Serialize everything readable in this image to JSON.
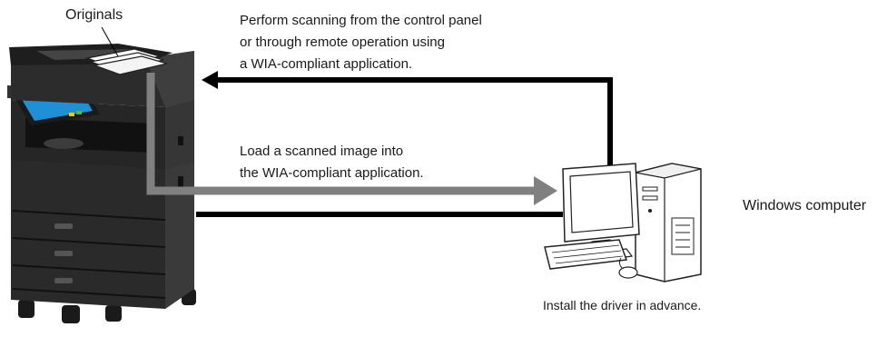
{
  "labels": {
    "originals": "Originals",
    "scan_operation_line1": "Perform scanning from the control panel",
    "scan_operation_line2": "or through remote operation using",
    "scan_operation_line3": "a WIA-compliant application.",
    "load_image_line1": "Load a scanned image into",
    "load_image_line2": "the WIA-compliant application.",
    "computer": "Windows computer",
    "install_note": "Install the driver in advance."
  },
  "colors": {
    "machine_body": "#2a2a2a",
    "machine_dark": "#141414",
    "machine_mid": "#3a3a3a",
    "touch_panel": "#1f8fd6",
    "arrow_black": "#000000",
    "arrow_gray": "#808080",
    "paper": "#ffffff",
    "computer_outline": "#222222"
  },
  "icons": {
    "mfp": "multifunction-printer-icon",
    "originals": "paper-stack-icon",
    "computer": "desktop-computer-icon"
  }
}
